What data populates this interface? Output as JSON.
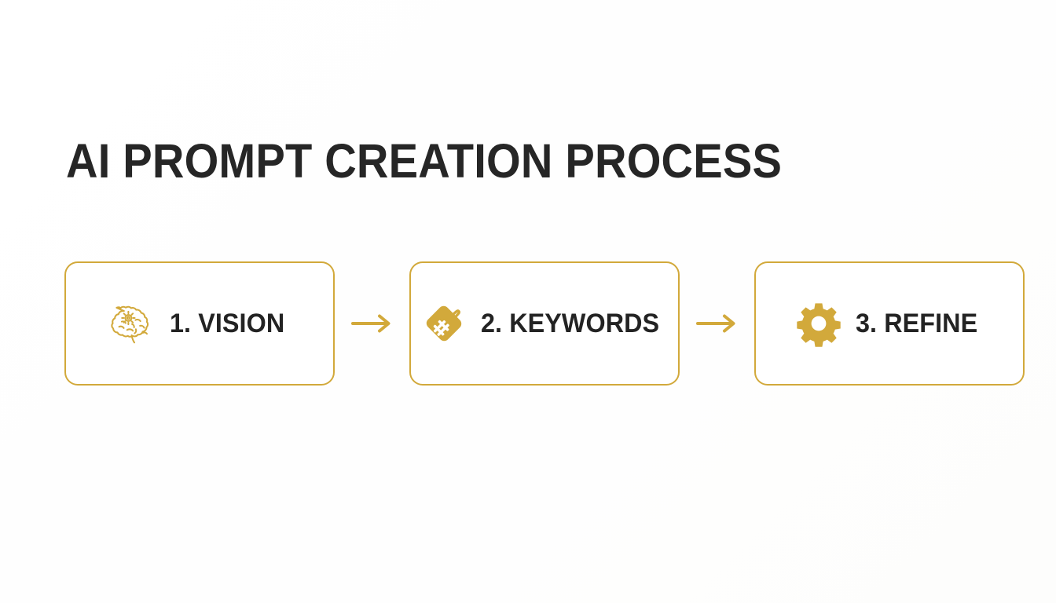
{
  "slide": {
    "title": "AI PROMPT CREATION PROCESS",
    "background_color": "#ffffff",
    "accent_color": "#D2A93B",
    "title_color": "#262626",
    "label_color": "#232323"
  },
  "flow": {
    "steps": [
      {
        "label": "1. VISION",
        "icon": "brain-gear-icon",
        "icon_style": "outline",
        "icon_color": "#D2A93B"
      },
      {
        "label": "2. KEYWORDS",
        "icon": "price-tag-hashtag-icon",
        "icon_style": "solid",
        "icon_color": "#D2A93B"
      },
      {
        "label": "3. REFINE",
        "icon": "gear-icon",
        "icon_style": "solid",
        "icon_color": "#D2A93B"
      }
    ],
    "connectors": [
      {
        "icon": "arrow-right-icon",
        "color": "#D2A93B"
      },
      {
        "icon": "arrow-right-icon",
        "color": "#D2A93B"
      }
    ]
  }
}
